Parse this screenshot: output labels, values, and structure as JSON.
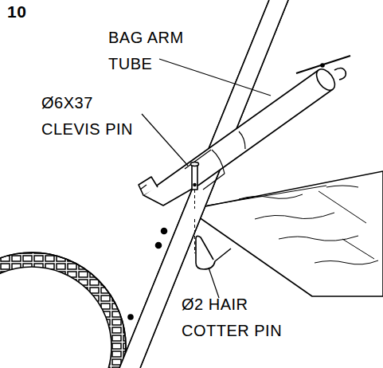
{
  "diagram": {
    "labels": [
      "10",
      "BAG ARM TUBE",
      "Ø6X37 CLEVIS PIN",
      "Ø2 HAIR COTTER PIN"
    ]
  }
}
